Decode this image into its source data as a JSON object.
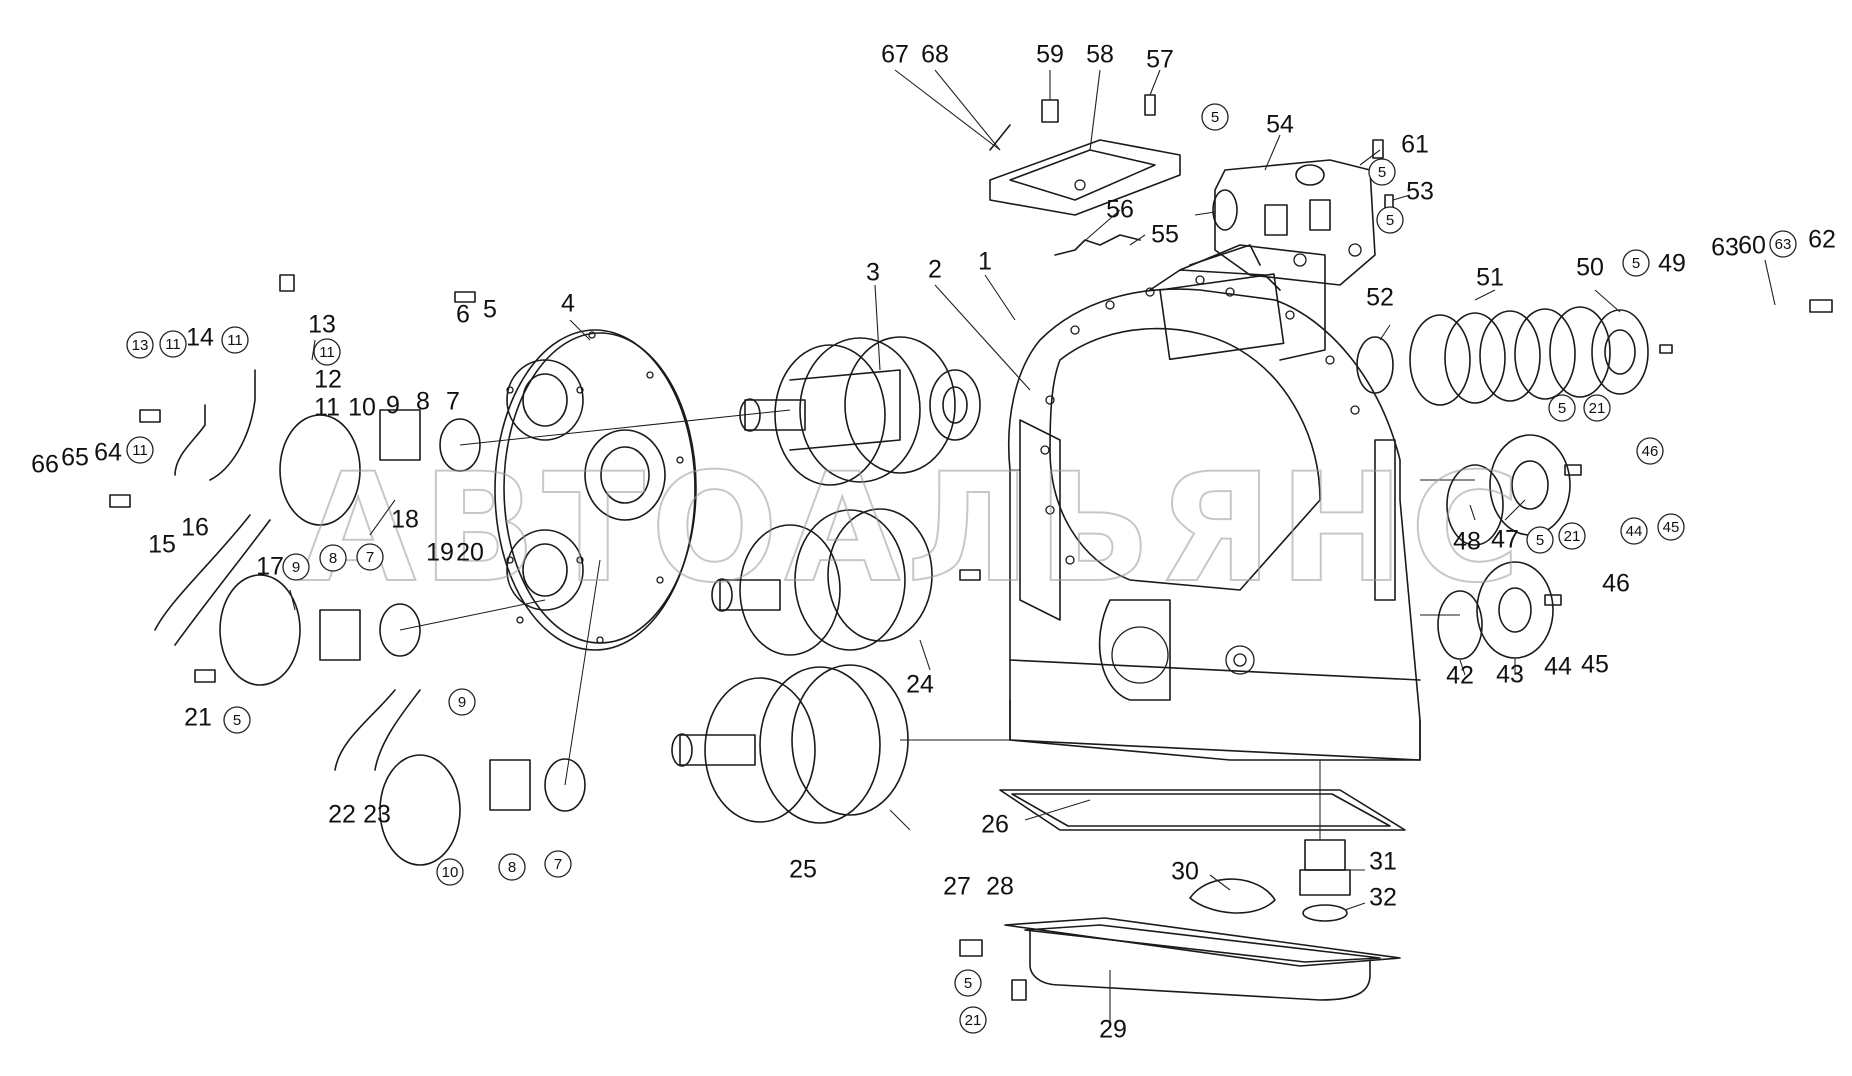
{
  "watermark": "АВТОАЛЬЯНС",
  "callouts": [
    {
      "id": "67",
      "circled": false
    },
    {
      "id": "68",
      "circled": false
    },
    {
      "id": "59",
      "circled": false
    },
    {
      "id": "58",
      "circled": false
    },
    {
      "id": "57",
      "circled": false
    },
    {
      "id": "5",
      "circled": true
    },
    {
      "id": "54",
      "circled": false
    },
    {
      "id": "61",
      "circled": false
    },
    {
      "id": "5",
      "circled": true
    },
    {
      "id": "53",
      "circled": false
    },
    {
      "id": "5",
      "circled": true
    },
    {
      "id": "56",
      "circled": false
    },
    {
      "id": "55",
      "circled": false
    },
    {
      "id": "3",
      "circled": false
    },
    {
      "id": "2",
      "circled": false
    },
    {
      "id": "1",
      "circled": false
    },
    {
      "id": "4",
      "circled": false
    },
    {
      "id": "6",
      "circled": false
    },
    {
      "id": "5",
      "circled": false
    },
    {
      "id": "52",
      "circled": false
    },
    {
      "id": "51",
      "circled": false
    },
    {
      "id": "50",
      "circled": false
    },
    {
      "id": "5",
      "circled": true
    },
    {
      "id": "49",
      "circled": false
    },
    {
      "id": "63",
      "circled": false
    },
    {
      "id": "60",
      "circled": false
    },
    {
      "id": "63",
      "circled": true
    },
    {
      "id": "62",
      "circled": false
    },
    {
      "id": "13",
      "circled": true
    },
    {
      "id": "11",
      "circled": true
    },
    {
      "id": "14",
      "circled": false
    },
    {
      "id": "11",
      "circled": true
    },
    {
      "id": "13",
      "circled": false
    },
    {
      "id": "11",
      "circled": true
    },
    {
      "id": "12",
      "circled": false
    },
    {
      "id": "11",
      "circled": false
    },
    {
      "id": "10",
      "circled": false
    },
    {
      "id": "9",
      "circled": false
    },
    {
      "id": "8",
      "circled": false
    },
    {
      "id": "7",
      "circled": false
    },
    {
      "id": "66",
      "circled": false
    },
    {
      "id": "65",
      "circled": false
    },
    {
      "id": "64",
      "circled": false
    },
    {
      "id": "11",
      "circled": true
    },
    {
      "id": "18",
      "circled": false
    },
    {
      "id": "19",
      "circled": false
    },
    {
      "id": "20",
      "circled": false
    },
    {
      "id": "5",
      "circled": true
    },
    {
      "id": "21",
      "circled": true
    },
    {
      "id": "46",
      "circled": true
    },
    {
      "id": "44",
      "circled": true
    },
    {
      "id": "45",
      "circled": true
    },
    {
      "id": "48",
      "circled": false
    },
    {
      "id": "47",
      "circled": false
    },
    {
      "id": "15",
      "circled": false
    },
    {
      "id": "16",
      "circled": false
    },
    {
      "id": "17",
      "circled": false
    },
    {
      "id": "9",
      "circled": true
    },
    {
      "id": "8",
      "circled": true
    },
    {
      "id": "7",
      "circled": true
    },
    {
      "id": "5",
      "circled": true
    },
    {
      "id": "21",
      "circled": true
    },
    {
      "id": "46",
      "circled": false
    },
    {
      "id": "24",
      "circled": false
    },
    {
      "id": "21",
      "circled": false
    },
    {
      "id": "5",
      "circled": true
    },
    {
      "id": "42",
      "circled": false
    },
    {
      "id": "43",
      "circled": false
    },
    {
      "id": "44",
      "circled": false
    },
    {
      "id": "45",
      "circled": false
    },
    {
      "id": "9",
      "circled": true
    },
    {
      "id": "22",
      "circled": false
    },
    {
      "id": "23",
      "circled": false
    },
    {
      "id": "10",
      "circled": true
    },
    {
      "id": "8",
      "circled": true
    },
    {
      "id": "7",
      "circled": true
    },
    {
      "id": "25",
      "circled": false
    },
    {
      "id": "26",
      "circled": false
    },
    {
      "id": "30",
      "circled": false
    },
    {
      "id": "31",
      "circled": false
    },
    {
      "id": "32",
      "circled": false
    },
    {
      "id": "27",
      "circled": false
    },
    {
      "id": "28",
      "circled": false
    },
    {
      "id": "5",
      "circled": true
    },
    {
      "id": "21",
      "circled": true
    },
    {
      "id": "29",
      "circled": false
    }
  ]
}
